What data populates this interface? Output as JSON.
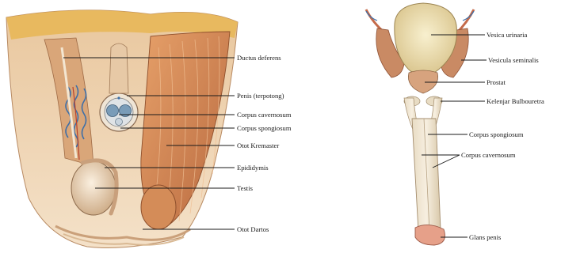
{
  "left_figure": {
    "labels": {
      "ductus_deferens": "Ductus deferens",
      "penis": "Penis (terpotong)",
      "corpus_cavernosum": "Corpus cavernosum",
      "corpus_spongiosum": "Corpus spongiosum",
      "otot_kremaster": "Otot Kremaster",
      "epididymis": "Epididymis",
      "testis": "Testis",
      "otot_dartos": "Otot Dartos"
    }
  },
  "right_figure": {
    "labels": {
      "vesica_urinaria": "Vesica urinaria",
      "vesicula_seminalis": "Vesicula seminalis",
      "prostat": "Prostat",
      "kelenjar_bulbouretra": "Kelenjar Bulbouretra",
      "corpus_spongiosum": "Corpus spongiosum",
      "corpus_cavernosum": "Corpus cavernosum",
      "glans_penis": "Glans penis"
    }
  },
  "colors": {
    "tissue_light": "#f2dcc0",
    "tissue_mid": "#e0b184",
    "muscle": "#d98d55",
    "muscle_dark": "#a9603a",
    "skin_fold": "#caa07a",
    "vessel_blue": "#3d6fa8",
    "vessel_red": "#b8412e",
    "bladder": "#efe2b4",
    "leader_line": "#1a1a1a"
  }
}
